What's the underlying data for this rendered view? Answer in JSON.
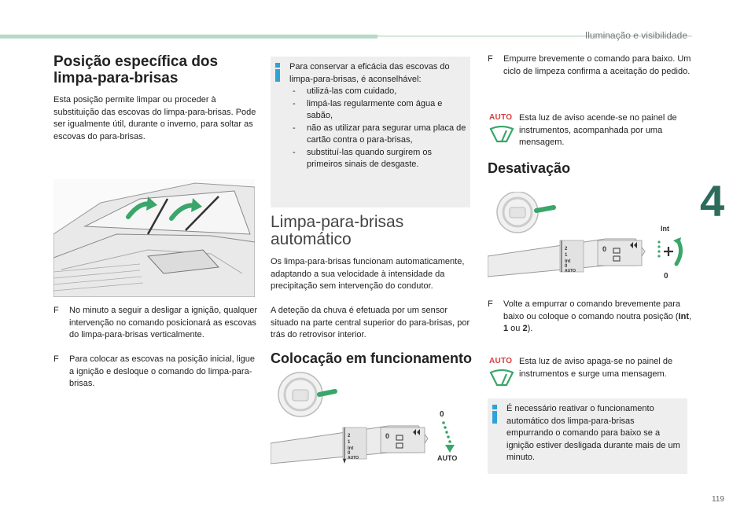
{
  "header": {
    "section": "Iluminação e visibilidade",
    "chapter": "4",
    "page": "119"
  },
  "left": {
    "title": "Posição específica dos limpa-para-brisas",
    "intro": "Esta posição permite limpar ou proceder à substituição das escovas do limpa-para-brisas. Pode ser igualmente útil, durante o inverno, para soltar as escovas do para-brisas.",
    "bullets": [
      "No minuto a seguir a desligar a ignição, qualquer intervenção no comando posicionará as escovas do limpa-para-brisas verticalmente.",
      "Para colocar as escovas na posição inicial, ligue a ignição e desloque o comando do limpa-para-brisas."
    ]
  },
  "middle": {
    "info_intro": "Para conservar a eficácia das escovas do limpa-para-brisas, é aconselhável:",
    "info_items": [
      "utilizá-las com cuidado,",
      "limpá-las regularmente com água e sabão,",
      "não as utilizar para segurar uma placa de cartão contra o para-brisas,",
      "substituí-las quando surgirem os primeiros sinais de desgaste."
    ],
    "auto_title": "Limpa-para-brisas automático",
    "auto_text_1": "Os limpa-para-brisas funcionam automaticamente, adaptando a sua velocidade à intensidade da precipitação sem intervenção do condutor.",
    "auto_text_2": "A deteção da chuva é efetuada por um sensor situado na parte central superior do para-brisas, por trás do retrovisor interior.",
    "start_title": "Colocação em funcionamento",
    "lever_labels": {
      "zero": "0",
      "auto": "AUTO",
      "pos2": "2",
      "pos1": "1",
      "int": "Int"
    }
  },
  "right": {
    "push_text": "Empurre brevemente o comando para baixo. Um ciclo de limpeza confirma a aceitação do pedido.",
    "auto_label": "AUTO",
    "warn_on": "Esta luz de aviso acende-se no painel de instrumentos, acompanhada por uma mensagem.",
    "deact_title": "Desativação",
    "int_label": "Int",
    "zero_label": "0",
    "return_text_a": "Volte a empurrar o comando brevemente para baixo ou coloque o comando noutra posição (",
    "return_int": "Int",
    "return_sep1": ", ",
    "return_1": "1",
    "return_sep2": " ou ",
    "return_2": "2",
    "return_end": ").",
    "warn_off": "Esta luz de aviso apaga-se no painel de instrumentos e surge uma mensagem.",
    "info_reactivate": "É necessário reativar o funcionamento automático dos limpa-para-brisas empurrando o comando para baixo se a ignição estiver desligada durante mais de um minuto."
  },
  "bullet_symbol": "F",
  "dash_symbol": "-",
  "colors": {
    "accent_green": "#2d6b5b",
    "info_blue": "#2fa3d6",
    "arrow_green": "#3aa66a",
    "auto_red": "#d93a3a",
    "warn_green": "#3aa66a"
  },
  "icons": [
    "info-icon",
    "wiper-arrow-icon",
    "wiper-warning-icon",
    "steering-wheel-icon",
    "wiper-lever-icon"
  ]
}
